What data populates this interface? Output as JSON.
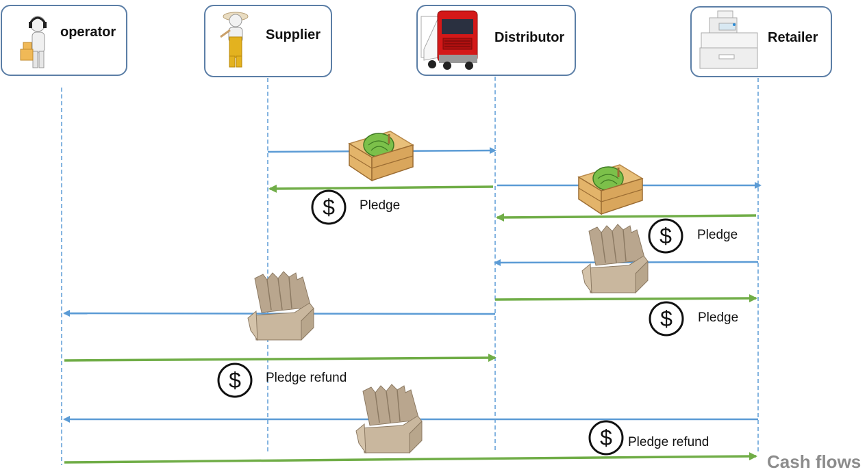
{
  "actors": [
    {
      "id": "operator",
      "label": "operator",
      "icon": "operator-headset-person-icon"
    },
    {
      "id": "supplier",
      "label": "Supplier",
      "icon": "farmer-icon"
    },
    {
      "id": "distributor",
      "label": "Distributor",
      "icon": "red-truck-icon"
    },
    {
      "id": "retailer",
      "label": "Retailer",
      "icon": "cash-register-icon"
    }
  ],
  "flows": [
    {
      "from": "supplier",
      "to": "distributor",
      "kind": "goods",
      "icon": "cabbage-crate-icon"
    },
    {
      "from": "distributor",
      "to": "supplier",
      "kind": "cash",
      "label": "Pledge"
    },
    {
      "from": "distributor",
      "to": "retailer",
      "kind": "goods",
      "icon": "cabbage-crate-icon"
    },
    {
      "from": "retailer",
      "to": "distributor",
      "kind": "cash",
      "label": "Pledge"
    },
    {
      "from": "retailer",
      "to": "distributor",
      "kind": "goods",
      "icon": "empty-crate-box-icon"
    },
    {
      "from": "distributor",
      "to": "retailer",
      "kind": "cash",
      "label": "Pledge"
    },
    {
      "from": "distributor",
      "to": "operator",
      "kind": "goods",
      "icon": "empty-crate-box-icon"
    },
    {
      "from": "operator",
      "to": "distributor",
      "kind": "cash",
      "label": "Pledge refund"
    },
    {
      "from": "retailer",
      "to": "operator",
      "kind": "goods",
      "icon": "empty-crate-box-icon"
    },
    {
      "from": "operator",
      "to": "retailer",
      "kind": "cash",
      "label": "Pledge refund"
    }
  ],
  "legend": {
    "cash_flows": "Cash flows"
  },
  "colors": {
    "goods_arrow": "#5b9bd5",
    "cash_arrow": "#70ad47",
    "lifeline": "#5b9bd5",
    "box_border": "#5b7ea6"
  }
}
